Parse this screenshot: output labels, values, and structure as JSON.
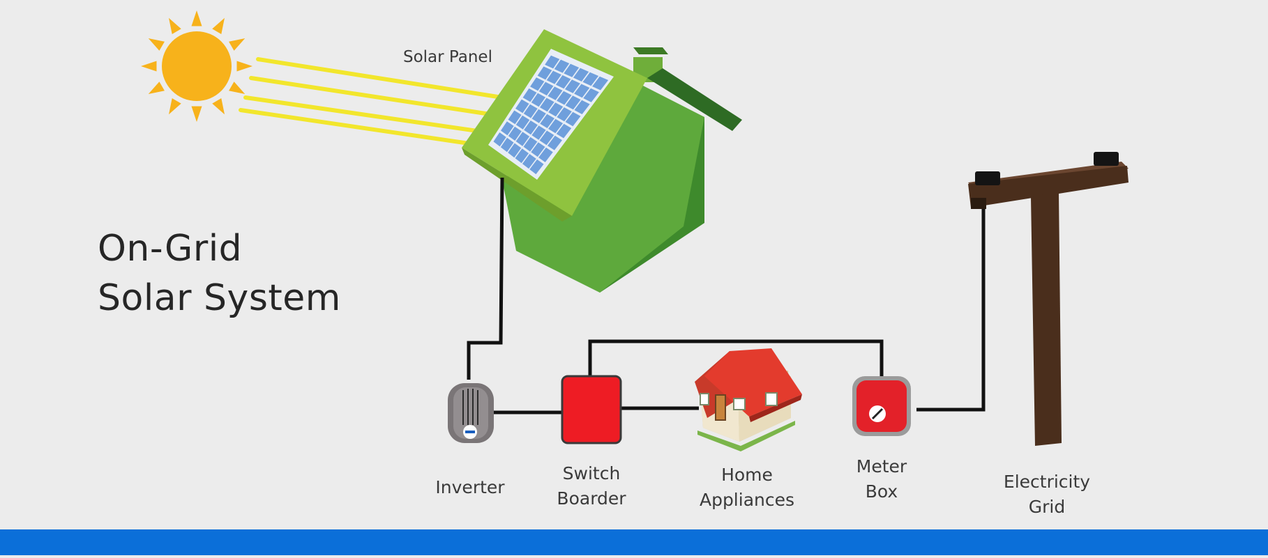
{
  "title": {
    "line1": "On-Grid",
    "line2": "Solar System"
  },
  "labels": {
    "solar_panel": "Solar Panel",
    "inverter": "Inverter",
    "switch_boarder": [
      "Switch",
      "Boarder"
    ],
    "home_appliances": [
      "Home",
      "Appliances"
    ],
    "meter_box": [
      "Meter",
      "Box"
    ],
    "electricity_grid": [
      "Electricity",
      "Grid"
    ]
  },
  "colors": {
    "background": "#ececec",
    "bottom_bar": "#0b6fd9",
    "sun": "#f7b21b",
    "sun_rays": "#f2e62c",
    "house_green": "#5ea93c",
    "roof_green": "#8fc33f",
    "panel_blue": "#6f9fdc",
    "switch_red": "#ee1c24",
    "meter_red": "#e32129",
    "pole_brown": "#4a2e1c",
    "wire": "#111111"
  }
}
